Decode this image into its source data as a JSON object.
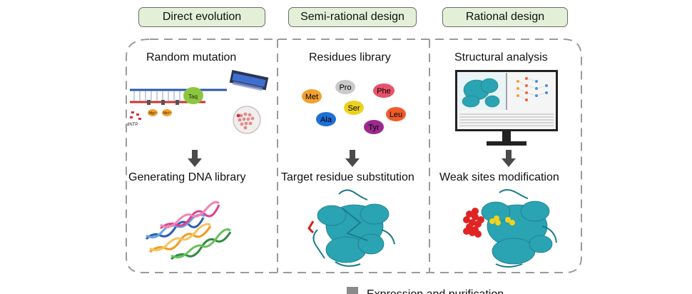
{
  "columns": [
    {
      "header": "Direct evolution",
      "step1": "Random mutation",
      "step2": "Generating DNA library",
      "labels": {
        "taq": "Taq",
        "dntp": "dNTP",
        "mg": "Mg²⁺",
        "mn": "Mn²⁺"
      }
    },
    {
      "header": "Semi-rational design",
      "step1": "Residues library",
      "step2": "Target residue substitution",
      "residues": [
        {
          "name": "Pro",
          "color": "#c9c9c9"
        },
        {
          "name": "Met",
          "color": "#f2a12e"
        },
        {
          "name": "Phe",
          "color": "#e8526b"
        },
        {
          "name": "Ser",
          "color": "#ecd21d"
        },
        {
          "name": "Ala",
          "color": "#1f6fd6"
        },
        {
          "name": "Leu",
          "color": "#ef5c2a"
        },
        {
          "name": "Tyr",
          "color": "#9b2a8c"
        }
      ]
    },
    {
      "header": "Rational design",
      "step1": "Structural analysis",
      "step2": "Weak sites modification"
    }
  ],
  "footer": "Expression and purification",
  "colors": {
    "header_fill": "#e4efd8",
    "dashed_border": "#9a9a9a",
    "protein": "#2aa3b3",
    "arrow": "#4a4a4a"
  }
}
